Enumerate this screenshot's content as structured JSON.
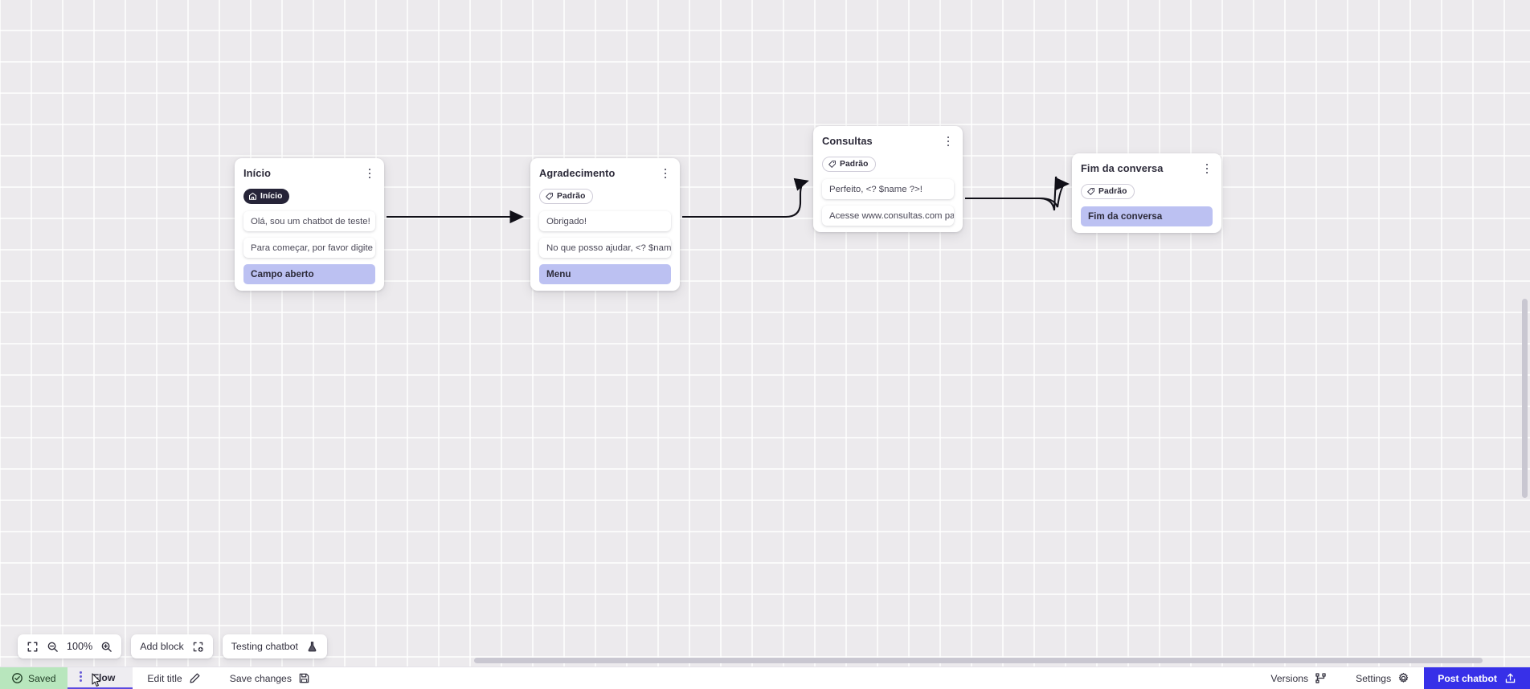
{
  "canvas": {
    "zoom_level": "100%",
    "nodes": [
      {
        "id": "inicio",
        "title": "Início",
        "badge": {
          "label": "Início",
          "icon": "home-icon",
          "style": "dark"
        },
        "messages": [
          "Olá, sou um chatbot de teste!",
          "Para começar, por favor digite o ..."
        ],
        "action": "Campo aberto"
      },
      {
        "id": "agradecimento",
        "title": "Agradecimento",
        "badge": {
          "label": "Padrão",
          "icon": "tag-icon",
          "style": "outline"
        },
        "messages": [
          "Obrigado!",
          "No que posso ajudar, <? $name ..."
        ],
        "action": "Menu"
      },
      {
        "id": "consultas",
        "title": "Consultas",
        "badge": {
          "label": "Padrão",
          "icon": "tag-icon",
          "style": "outline"
        },
        "messages": [
          "Perfeito, <? $name ?>!",
          "Acesse www.consultas.com par..."
        ],
        "action": null
      },
      {
        "id": "fim",
        "title": "Fim da conversa",
        "badge": {
          "label": "Padrão",
          "icon": "tag-icon",
          "style": "outline"
        },
        "messages": [],
        "action": "Fim da conversa"
      }
    ]
  },
  "toolbar": {
    "fit_icon": "fit-screen-icon",
    "zoom_out_icon": "zoom-out-icon",
    "zoom_value": "100%",
    "zoom_in_icon": "zoom-in-icon",
    "add_block_label": "Add block",
    "add_block_icon": "add-block-icon",
    "testing_label": "Testing chatbot",
    "testing_icon": "flask-icon"
  },
  "bottombar": {
    "saved_label": "Saved",
    "saved_icon": "check-circle-icon",
    "flow_tab_label": "Flow",
    "flow_tab_kebab_icon": "kebab-menu-icon",
    "edit_title_label": "Edit title",
    "edit_title_icon": "pencil-icon",
    "save_changes_label": "Save changes",
    "save_changes_icon": "floppy-disk-icon",
    "versions_label": "Versions",
    "versions_icon": "branch-icon",
    "settings_label": "Settings",
    "settings_icon": "gear-icon",
    "post_label": "Post chatbot",
    "post_icon": "upload-icon"
  },
  "colors": {
    "accent": "#3730e8",
    "pill": "#bcc1f2",
    "saved_bg": "#b8e6bd",
    "tab_underline": "#5b4ae0",
    "canvas_bg": "#eceaed"
  }
}
